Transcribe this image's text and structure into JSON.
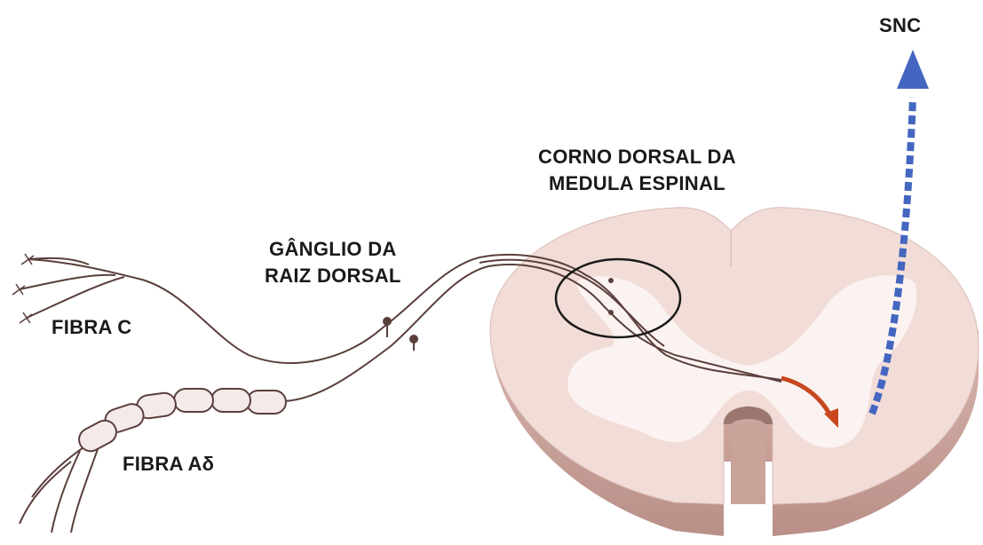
{
  "labels": {
    "snc": "SNC",
    "dorsal_horn": [
      "CORNO DORSAL DA",
      "MEDULA ESPINAL"
    ],
    "ganglion": [
      "GÂNGLIO DA",
      "RAIZ DORSAL"
    ],
    "fibra_c": "FIBRA C",
    "fibra_adelta": "FIBRA Aδ"
  },
  "colors": {
    "cord_surface": "#f2dcd7",
    "cord_side": "#c9a29a",
    "gray_matter": "#fbf3f1",
    "fiber": "#5a3f3c",
    "arrow_red": "#c8471e",
    "arrow_blue": "#4466c0",
    "circle": "#1a1a1a"
  }
}
